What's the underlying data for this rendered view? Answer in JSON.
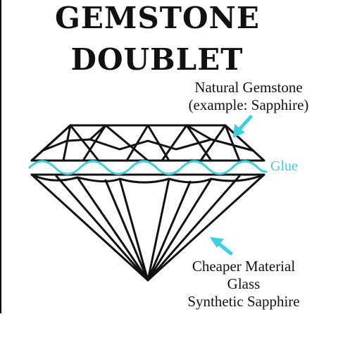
{
  "title": {
    "line1": "GEMSTONE",
    "line2": "DOUBLET"
  },
  "labels": {
    "natural": [
      "Natural Gemstone",
      "(example: Sapphire)"
    ],
    "glue": "Glue",
    "cheaper": [
      "Cheaper Material",
      "Glass",
      "Synthetic Sapphire"
    ]
  },
  "colors": {
    "accent": "#39d0df",
    "ink": "#111111",
    "background": "#ffffff"
  },
  "icons": {
    "top_arrow": "arrow-icon",
    "bottom_arrow": "arrow-icon"
  }
}
